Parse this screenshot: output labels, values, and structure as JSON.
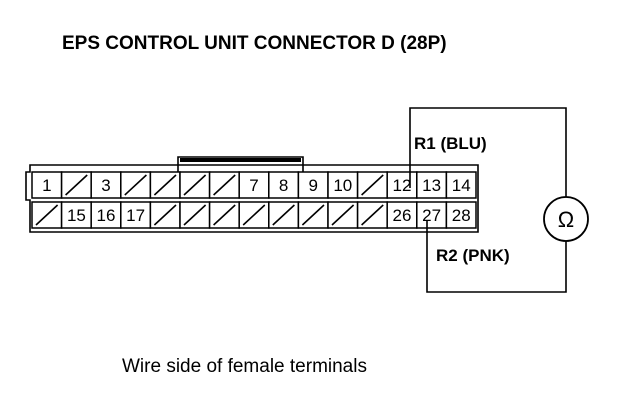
{
  "title": "EPS CONTROL UNIT CONNECTOR D (28P)",
  "caption": "Wire side of female terminals",
  "leads": {
    "r1": "R1 (BLU)",
    "r2": "R2 (PNK)"
  },
  "meter_symbol": "Ω",
  "connector": {
    "top_row": [
      "1",
      "",
      "3",
      "",
      "",
      "",
      "",
      "7",
      "8",
      "9",
      "10",
      "",
      "12",
      "13",
      "14"
    ],
    "bottom_row": [
      "",
      "15",
      "16",
      "17",
      "",
      "",
      "",
      "",
      "",
      "",
      "",
      "",
      "26",
      "27",
      "28"
    ]
  },
  "colors": {
    "ink": "#000000",
    "paper": "#ffffff"
  }
}
